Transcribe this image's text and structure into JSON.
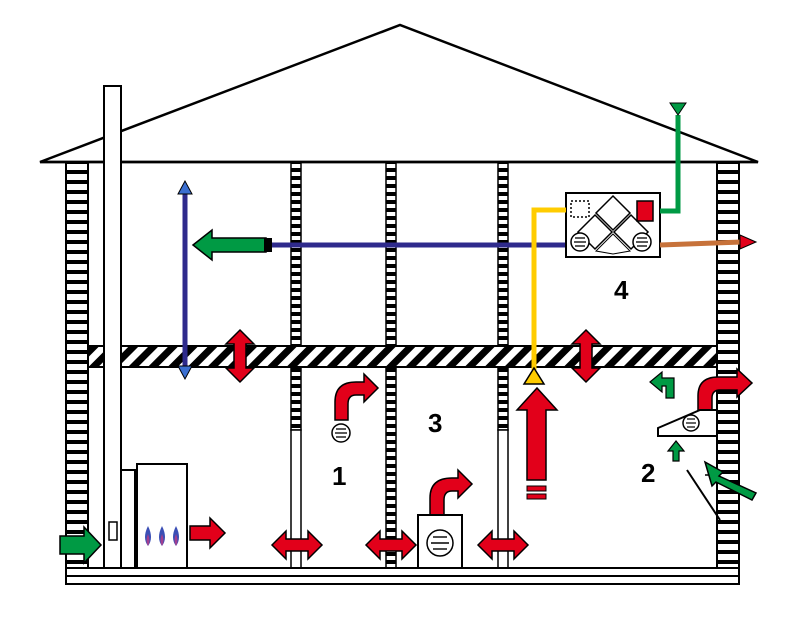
{
  "labels": {
    "unit1": "1",
    "unit2": "2",
    "unit3": "3",
    "unit4": "4"
  },
  "colors": {
    "outline": "#000000",
    "warm_air": "#e2001a",
    "fresh_air": "#009a44",
    "supply_duct": "#2e2a8c",
    "exhaust_duct": "#c7723a",
    "extract_duct": "#ffcc00",
    "flame_blue": "#3b4fb5",
    "flame_purple": "#a23f8f"
  },
  "icons": [
    "fan-icon",
    "flame-icon",
    "arrow-icon",
    "heat-exchanger-icon"
  ]
}
